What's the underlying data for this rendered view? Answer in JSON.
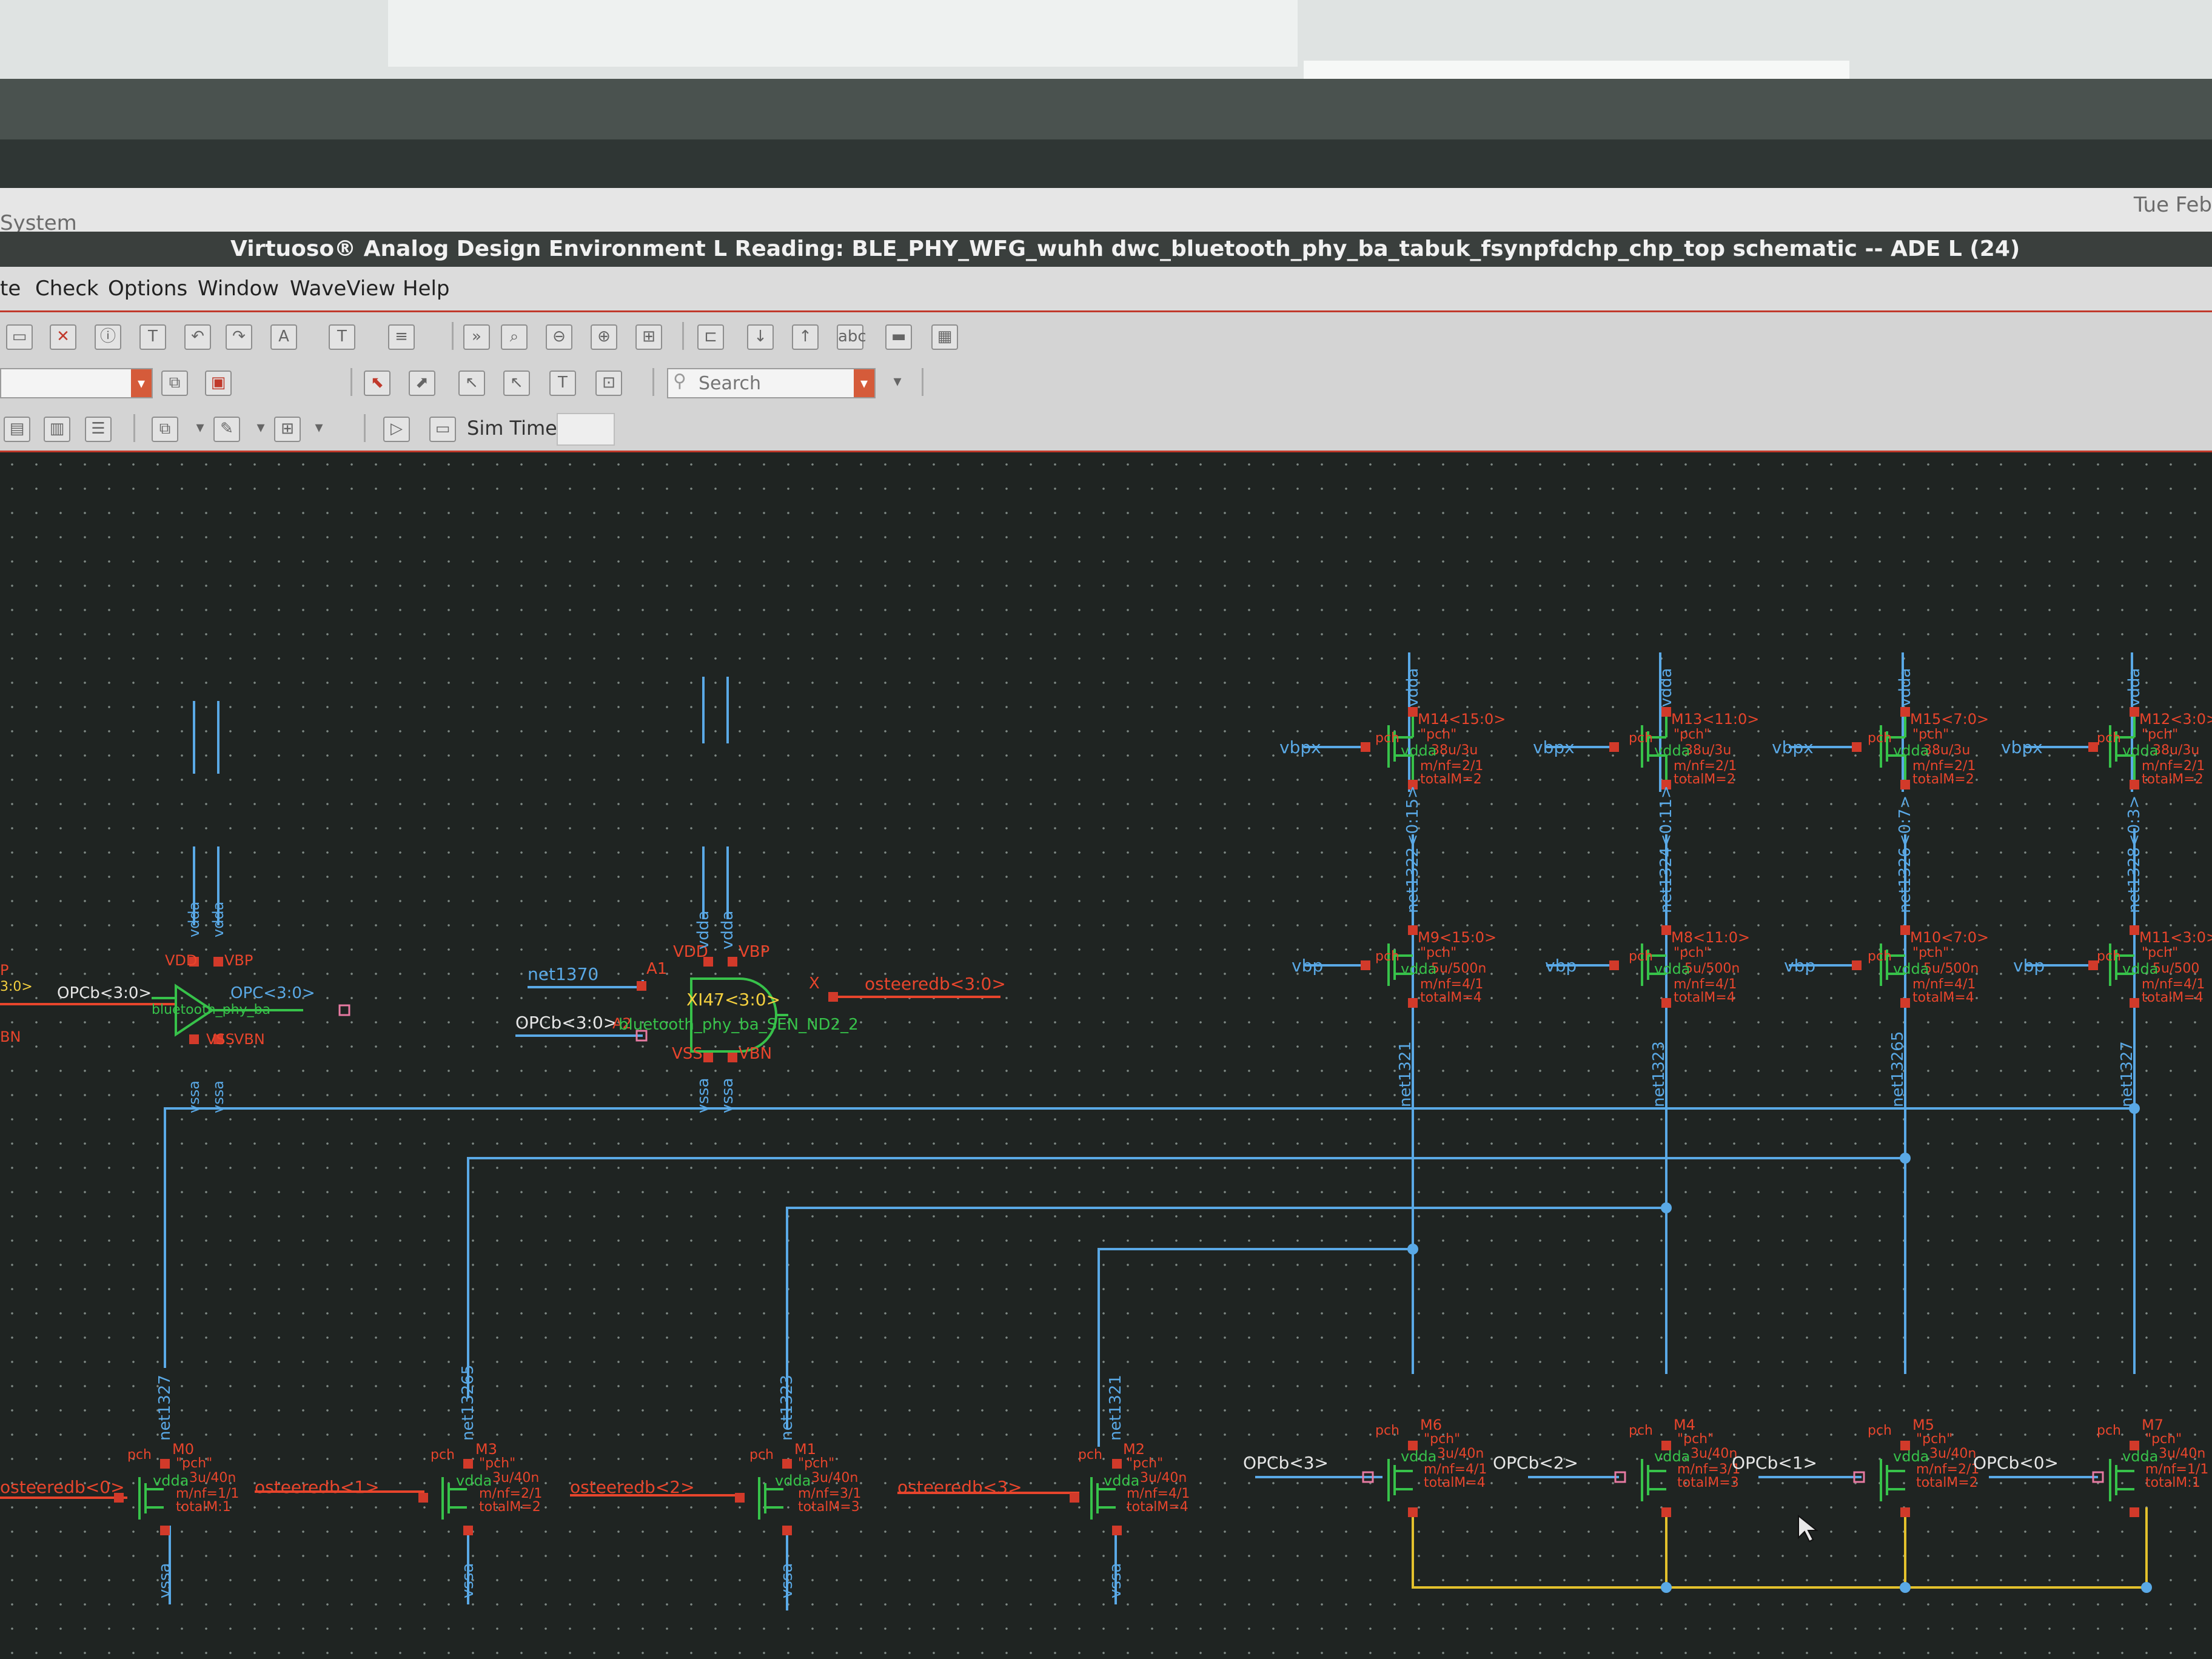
{
  "system_bar": {
    "label": "System",
    "clock": "Tue Feb"
  },
  "window": {
    "title": "Virtuoso® Analog Design Environment L Reading: BLE_PHY_WFG_wuhh dwc_bluetooth_phy_ba_tabuk_fsynpfdchp_chp_top schematic -- ADE L (24)"
  },
  "menu": [
    "te",
    "Check",
    "Options",
    "Window",
    "WaveView",
    "Help"
  ],
  "toolbar": {
    "search_placeholder": "Search",
    "sim_time_label": "Sim Time",
    "sim_time_value": "",
    "combo_value": ""
  },
  "colors": {
    "background": "#1f2422",
    "wire": "#5aa9e6",
    "net_label": "#5aa9e6",
    "device": "#37c24a",
    "instance_text": "#e8452c",
    "pin": "#d23a2a",
    "bus_wire": "#e3c12c",
    "logic_label": "#f4d03f"
  },
  "schematic": {
    "buffer": {
      "input": "OPCb<3:0>",
      "output": "OPC<3:0>",
      "pins": [
        "VDD",
        "VBP",
        "VSS",
        "VBN"
      ],
      "supplies_top": [
        "vdda",
        "vdda"
      ],
      "supplies_bottom": [
        "vssa",
        "vssa"
      ],
      "cell": "bluetooth_phy_ba",
      "left_labels": [
        "P",
        "3:0>",
        "BN"
      ]
    },
    "nand": {
      "instance": "XI47<3:0>",
      "cell": "bluetooth_phy_ba_SEN_ND2_2",
      "input_a1": "net1370",
      "pin_a1": "A1",
      "input_a2": "OPCb<3:0>",
      "pin_a2": "A2",
      "output_pin": "X",
      "output_net": "osteeredb<3:0>",
      "pins": [
        "VDD",
        "VBP",
        "VSS",
        "VBN"
      ],
      "supplies_top": [
        "vdda",
        "vdda"
      ],
      "supplies_bottom": [
        "vssa",
        "vssa"
      ]
    },
    "top_columns": [
      {
        "gate_top": "vbpx",
        "top_inst": "M14<15:0>",
        "top_params": [
          "\"pch\"",
          "38u/3u",
          "m/nf=2/1",
          "totalM=2"
        ],
        "mid_net": "net1322<0:15>",
        "gate_mid": "vbp",
        "mid_inst": "M9<15:0>",
        "mid_params": [
          "\"pch\"",
          "5u/500n",
          "m/nf=4/1",
          "totalM=4"
        ],
        "low_net": "net1321",
        "supply": "vdda",
        "body": "vdda",
        "model": "pch"
      },
      {
        "gate_top": "vbpx",
        "top_inst": "M13<11:0>",
        "top_params": [
          "\"pch\"",
          "38u/3u",
          "m/nf=2/1",
          "totalM=2"
        ],
        "mid_net": "net1324<0:11>",
        "gate_mid": "vbp",
        "mid_inst": "M8<11:0>",
        "mid_params": [
          "\"pch\"",
          "5u/500n",
          "m/nf=4/1",
          "totalM=4"
        ],
        "low_net": "net1323",
        "supply": "vdda",
        "body": "vdda",
        "model": "pch"
      },
      {
        "gate_top": "vbpx",
        "top_inst": "M15<7:0>",
        "top_params": [
          "\"pch\"",
          "38u/3u",
          "m/nf=2/1",
          "totalM=2"
        ],
        "mid_net": "net1326<0:7>",
        "gate_mid": "vbp",
        "mid_inst": "M10<7:0>",
        "mid_params": [
          "\"pch\"",
          "5u/500n",
          "m/nf=4/1",
          "totalM=4"
        ],
        "low_net": "net13265",
        "supply": "vdda",
        "body": "vdda",
        "model": "pch"
      },
      {
        "gate_top": "vbpx",
        "top_inst": "M12<3:0>",
        "top_params": [
          "\"pch\"",
          "38u/3u",
          "m/nf=2/1",
          "totalM=2"
        ],
        "mid_net": "net1328<0:3>",
        "gate_mid": "vbp",
        "mid_inst": "M11<3:0>",
        "mid_params": [
          "\"pch\"",
          "5u/500",
          "m/nf=4/1",
          "totalM=4"
        ],
        "low_net": "net1327",
        "supply": "vdda",
        "body": "vdda",
        "model": "pch"
      }
    ],
    "bottom_switches": [
      {
        "gate": "osteeredb<0>",
        "inst": "M0",
        "params": [
          "\"pch\"",
          "3u/40n",
          "m/nf=1/1",
          "totalM:1"
        ],
        "net": "net1327",
        "body": "vdda",
        "supply": "vssa",
        "model": "pch"
      },
      {
        "gate": "osteeredb<1>",
        "inst": "M3",
        "params": [
          "\"pch\"",
          "3u/40n",
          "m/nf=2/1",
          "totalM=2"
        ],
        "net": "net13265",
        "body": "vdda",
        "supply": "vssa",
        "model": "pch"
      },
      {
        "gate": "osteeredb<2>",
        "inst": "M1",
        "params": [
          "\"pch\"",
          "3u/40n",
          "m/nf=3/1",
          "totalM=3"
        ],
        "net": "net1323",
        "body": "vdda",
        "supply": "vssa",
        "model": "pch"
      },
      {
        "gate": "osteeredb<3>",
        "inst": "M2",
        "params": [
          "\"pch\"",
          "3u/40n",
          "m/nf=4/1",
          "totalM=4"
        ],
        "net": "net1321",
        "body": "vdda",
        "supply": "vssa",
        "model": "pch"
      },
      {
        "gate": "OPCb<3>",
        "inst": "M6",
        "params": [
          "\"pch\"",
          "3u/40n",
          "m/nf=4/1",
          "totalM=4"
        ],
        "body": "vdda",
        "model": "pch"
      },
      {
        "gate": "OPCb<2>",
        "inst": "M4",
        "params": [
          "\"pch\"",
          "3u/40n",
          "m/nf=3/1",
          "totalM=3"
        ],
        "body": "vdda",
        "model": "pch"
      },
      {
        "gate": "OPCb<1>",
        "inst": "M5",
        "params": [
          "\"pch\"",
          "3u/40n",
          "m/nf=2/1",
          "totalM=2"
        ],
        "body": "vdda",
        "model": "pch"
      },
      {
        "gate": "OPCb<0>",
        "inst": "M7",
        "params": [
          "\"pch\"",
          "3u/40n",
          "m/nf=1/1",
          "totalM:1"
        ],
        "body": "vdda",
        "model": "pch"
      }
    ]
  }
}
